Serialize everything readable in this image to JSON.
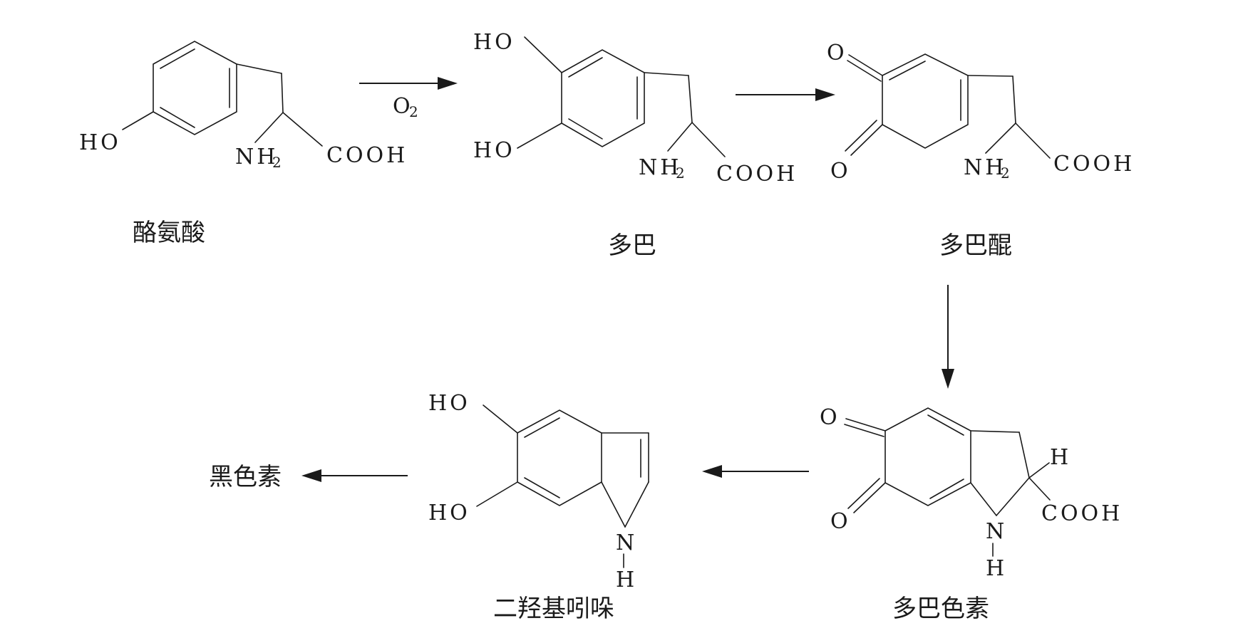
{
  "compounds": {
    "tyrosine": {
      "name": "酪氨酸",
      "ho": "HO",
      "nh": "NH",
      "nh_sub": "2",
      "cooh": "COOH"
    },
    "dopa": {
      "name": "多巴",
      "ho_top": "HO",
      "ho_bottom": "HO",
      "nh": "NH",
      "nh_sub": "2",
      "cooh": "COOH"
    },
    "dopaquinone": {
      "name": "多巴醌",
      "o_top": "O",
      "o_bottom": "O",
      "nh": "NH",
      "nh_sub": "2",
      "cooh": "COOH"
    },
    "dopachrome": {
      "name": "多巴色素",
      "o_top": "O",
      "o_bottom": "O",
      "h": "H",
      "cooh": "COOH",
      "n": "N",
      "nh_h": "H"
    },
    "dihydroxyindole": {
      "name": "二羟基吲哚",
      "ho_top": "HO",
      "ho_bottom": "HO",
      "n": "N",
      "nh_h": "H"
    },
    "melanin": {
      "name": "黑色素"
    }
  },
  "reagents": {
    "step1": "O",
    "step1_sub": "2"
  }
}
